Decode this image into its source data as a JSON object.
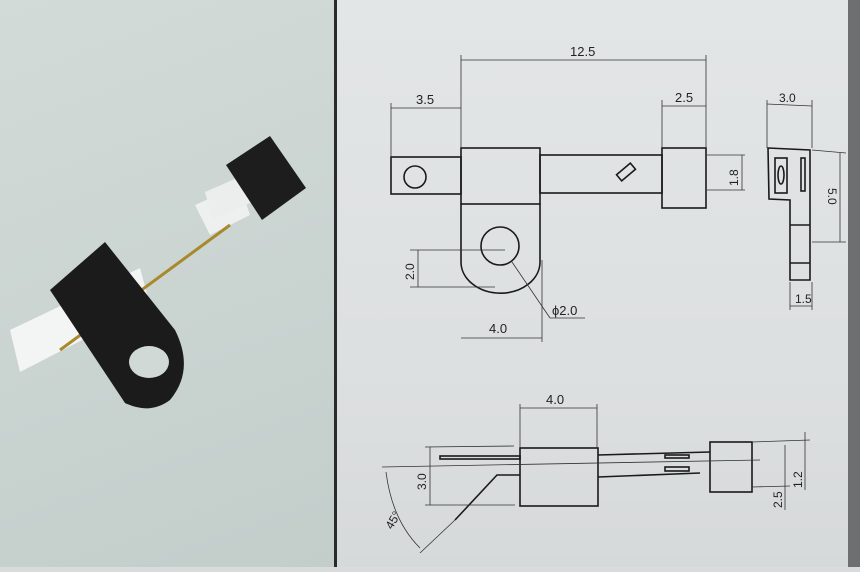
{
  "drawing": {
    "top_view": {
      "overall_length": "12.5",
      "tab_length": "3.5",
      "end_block_width": "2.5",
      "lead_width": "1.8",
      "hole_offset": "2.0",
      "hole_diameter": "ϕ2.0",
      "body_width": "4.0"
    },
    "side_view": {
      "width": "3.0",
      "height": "5.0",
      "bottom_width": "1.5"
    },
    "front_view": {
      "body_width": "4.0",
      "body_height": "3.0",
      "bend_angle": "45°",
      "lead_spacing_outer": "2.5",
      "lead_spacing_inner": "1.2"
    }
  }
}
